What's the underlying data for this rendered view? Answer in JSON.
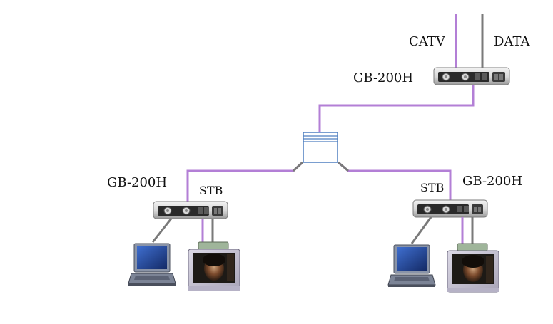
{
  "labels": {
    "catv": "CATV",
    "data": "DATA",
    "device_top": "GB-200H",
    "device_left": "GB-200H",
    "device_right": "GB-200H",
    "stb_left": "STB",
    "stb_right": "STB"
  },
  "colors": {
    "catv_line": "#b37fd6",
    "data_line": "#7a7a7a",
    "splitter_outline": "#4f7fc0",
    "device_body": "#2a2a2a",
    "laptop_screen": "#1e3e8c",
    "tv_frame": "#c9c6d6"
  },
  "icons": [
    "router-device",
    "splitter-box",
    "laptop-icon",
    "tv-icon"
  ]
}
